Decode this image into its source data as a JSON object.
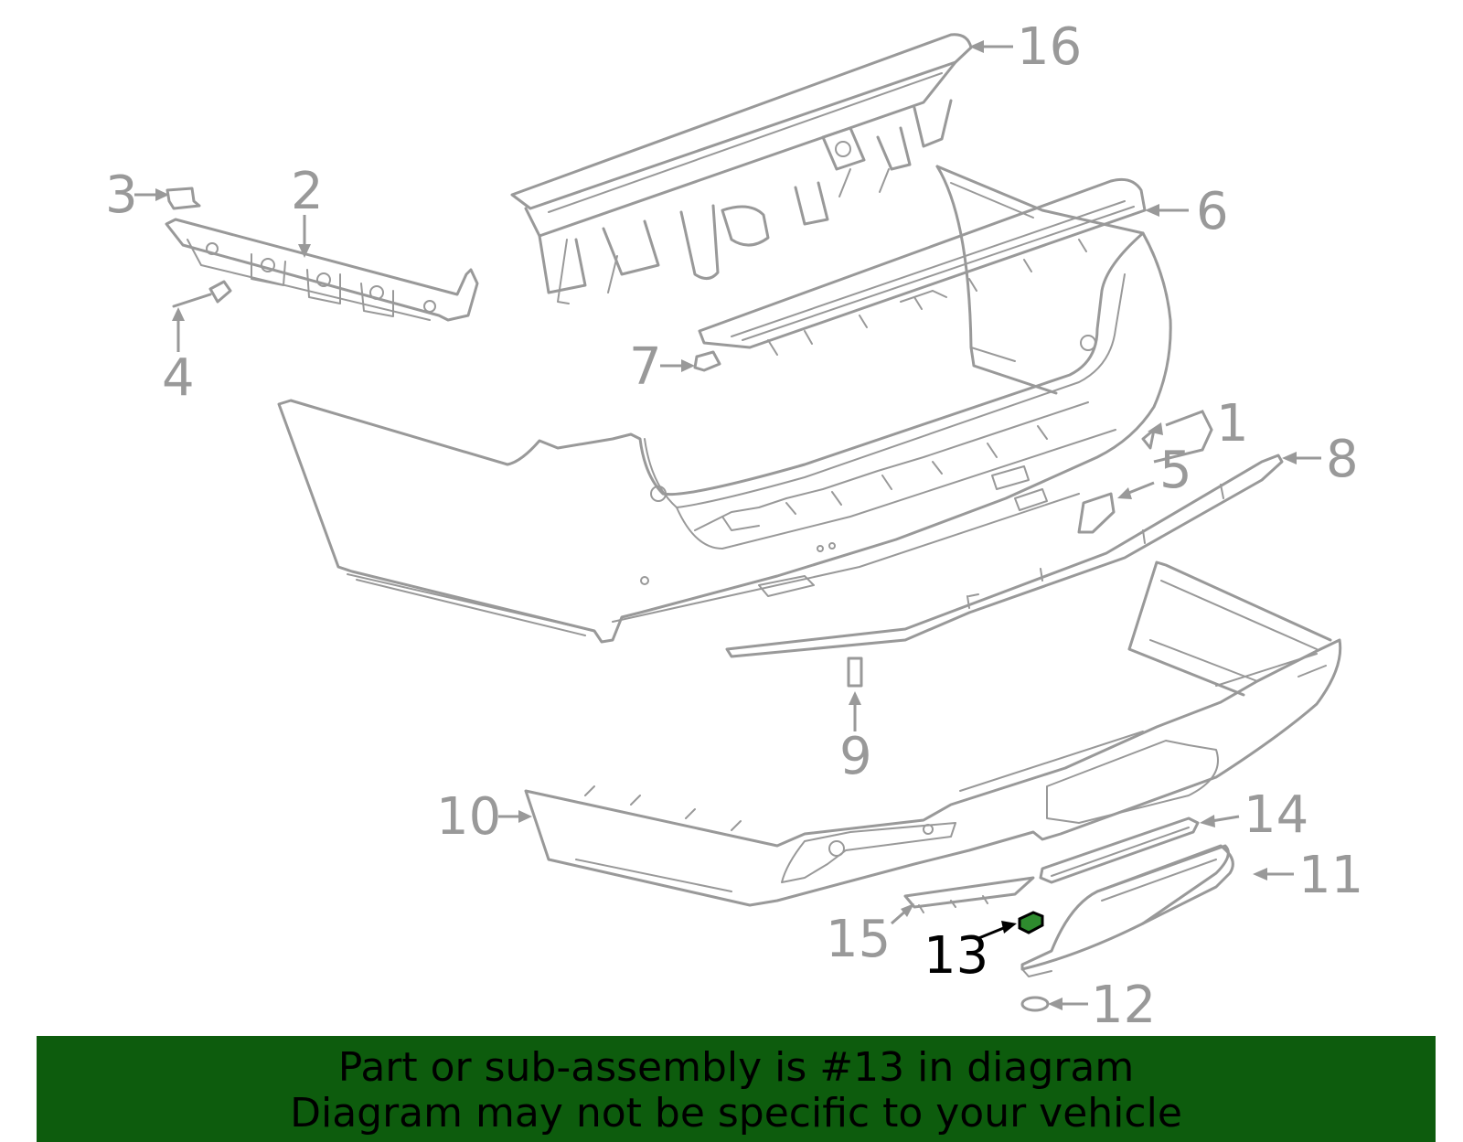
{
  "diagram": {
    "callouts": [
      {
        "id": "1",
        "label": "1"
      },
      {
        "id": "2",
        "label": "2"
      },
      {
        "id": "3",
        "label": "3"
      },
      {
        "id": "4",
        "label": "4"
      },
      {
        "id": "5",
        "label": "5"
      },
      {
        "id": "6",
        "label": "6"
      },
      {
        "id": "7",
        "label": "7"
      },
      {
        "id": "8",
        "label": "8"
      },
      {
        "id": "9",
        "label": "9"
      },
      {
        "id": "10",
        "label": "10"
      },
      {
        "id": "11",
        "label": "11"
      },
      {
        "id": "12",
        "label": "12"
      },
      {
        "id": "13",
        "label": "13",
        "highlighted": true
      },
      {
        "id": "14",
        "label": "14"
      },
      {
        "id": "15",
        "label": "15"
      },
      {
        "id": "16",
        "label": "16"
      }
    ],
    "line_color": "#999999",
    "highlight_color": "#000000",
    "highlight_part_color": "#2e8b2e"
  },
  "banner": {
    "line1": "Part or sub-assembly is #13 in diagram",
    "line2": "Diagram may not be specific to your vehicle",
    "background": "#0d5c0d"
  }
}
